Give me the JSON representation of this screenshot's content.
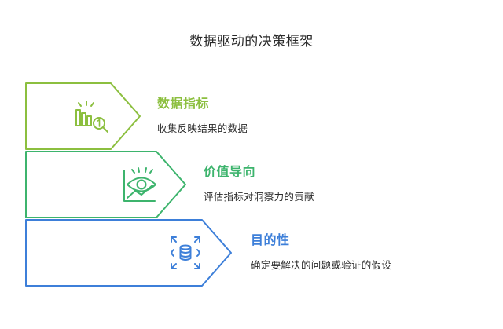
{
  "title": "数据驱动的决策框架",
  "steps": [
    {
      "label": "数据指标",
      "description": "收集反映结果的数据",
      "color": "#8cbf3f",
      "icon": "bar-chart-magnifier-icon"
    },
    {
      "label": "价值导向",
      "description": "评估指标对洞察力的贡献",
      "color": "#3db46d",
      "icon": "eye-chart-icon"
    },
    {
      "label": "目的性",
      "description": "确定要解决的问题或验证的假设",
      "color": "#3d7fd9",
      "icon": "database-target-icon"
    }
  ]
}
